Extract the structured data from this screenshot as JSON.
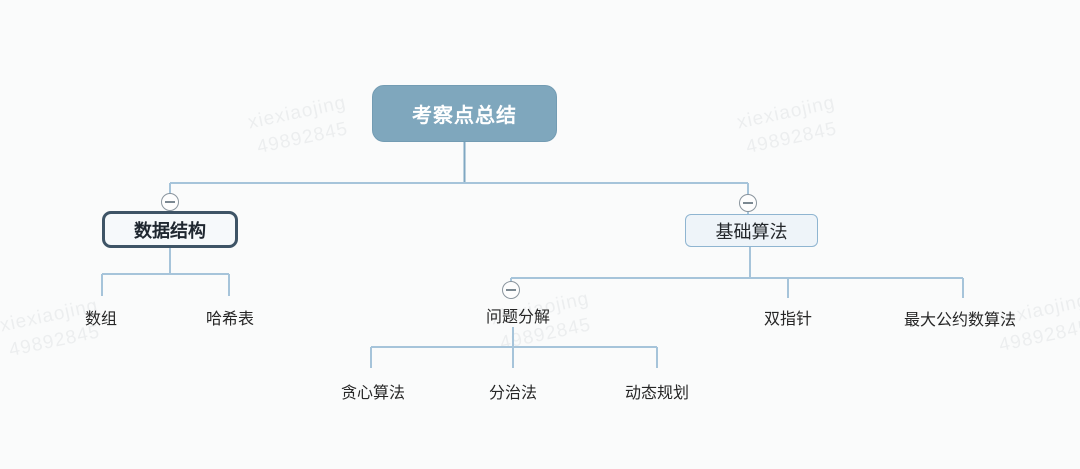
{
  "watermark": {
    "line1": "xiexiaojing",
    "line2": "49892845"
  },
  "colors": {
    "background": "#fafbfb",
    "root_fill": "#7fa7bd",
    "root_text": "#ffffff",
    "data_structure_border": "#3e5466",
    "basic_algorithm_border": "#8fb5d1",
    "connector": "#a6c4da",
    "root_stem": "#7fa7c2"
  },
  "icons": {
    "collapse": "minus-circle"
  },
  "mindmap": {
    "root": "考察点总结",
    "branches": [
      {
        "label": "数据结构",
        "children": [
          {
            "label": "数组"
          },
          {
            "label": "哈希表"
          }
        ]
      },
      {
        "label": "基础算法",
        "children": [
          {
            "label": "问题分解",
            "children": [
              {
                "label": "贪心算法"
              },
              {
                "label": "分治法"
              },
              {
                "label": "动态规划"
              }
            ]
          },
          {
            "label": "双指针"
          },
          {
            "label": "最大公约数算法"
          }
        ]
      }
    ]
  }
}
